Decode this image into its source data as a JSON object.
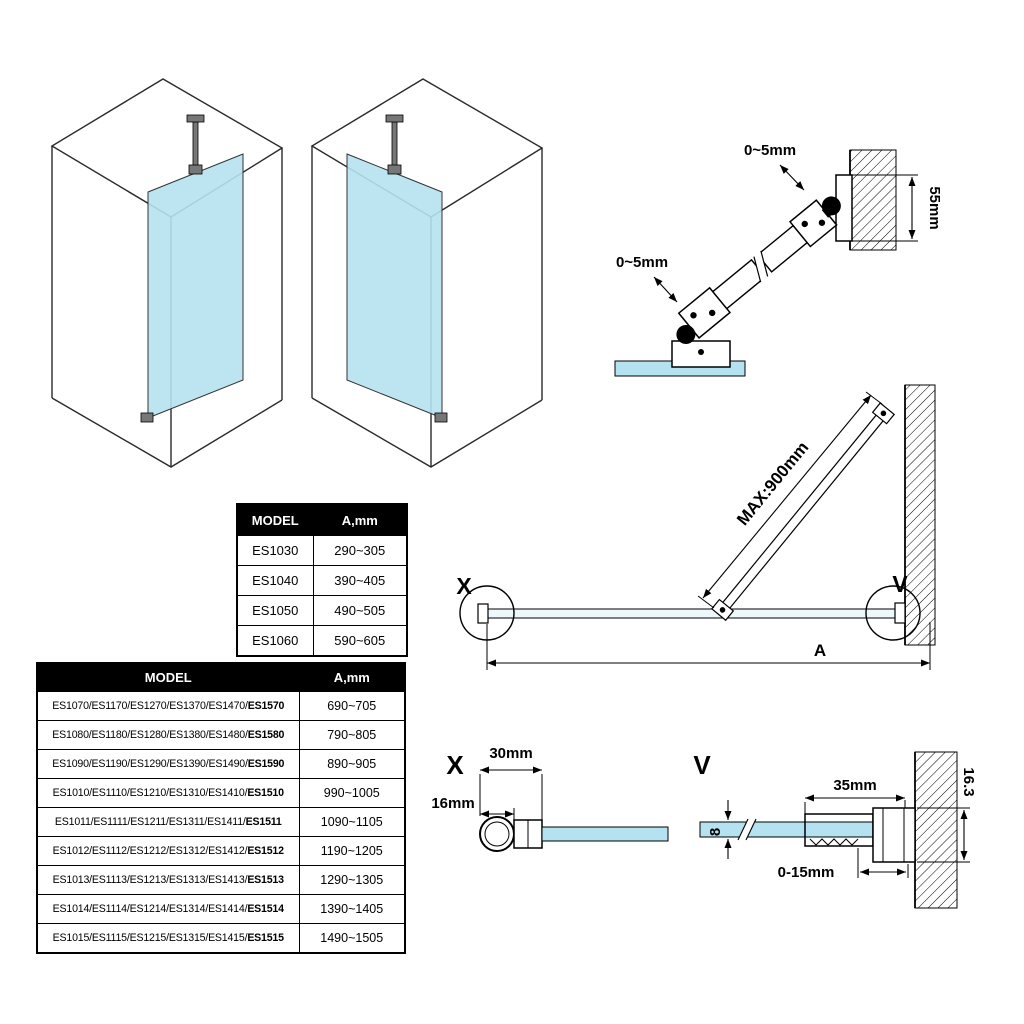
{
  "colors": {
    "glass": "#b5e2f0",
    "glass_plan": "#eef8fc"
  },
  "bracket_detail": {
    "gap_label_top": "0~5mm",
    "gap_label_bottom": "0~5mm",
    "plate_height_label": "55mm"
  },
  "plan_view": {
    "bar_length_label": "MAX:900mm",
    "detail_x_marker": "X",
    "detail_v_marker": "V",
    "width_label": "A"
  },
  "section_x": {
    "title": "X",
    "profile_width_label": "30mm",
    "tube_width_label": "16mm"
  },
  "section_v": {
    "title": "V",
    "profile_width_label": "35mm",
    "profile_height_label": "16.3",
    "glass_thickness_label": "8",
    "adjustment_label": "0-15mm"
  },
  "table_small": {
    "headers": [
      "MODEL",
      "A,mm"
    ],
    "rows": [
      {
        "model": "ES1030",
        "a": "290~305"
      },
      {
        "model": "ES1040",
        "a": "390~405"
      },
      {
        "model": "ES1050",
        "a": "490~505"
      },
      {
        "model": "ES1060",
        "a": "590~605"
      }
    ]
  },
  "table_large": {
    "headers": [
      "MODEL",
      "A,mm"
    ],
    "rows": [
      {
        "models": "ES1070/ES1170/ES1270/ES1370/ES1470/",
        "model_last": "ES1570",
        "a": "690~705"
      },
      {
        "models": "ES1080/ES1180/ES1280/ES1380/ES1480/",
        "model_last": "ES1580",
        "a": "790~805"
      },
      {
        "models": "ES1090/ES1190/ES1290/ES1390/ES1490/",
        "model_last": "ES1590",
        "a": "890~905"
      },
      {
        "models": "ES1010/ES1110/ES1210/ES1310/ES1410/",
        "model_last": "ES1510",
        "a": "990~1005"
      },
      {
        "models": "ES1011/ES1111/ES1211/ES1311/ES1411/",
        "model_last": "ES1511",
        "a": "1090~1105"
      },
      {
        "models": "ES1012/ES1112/ES1212/ES1312/ES1412/",
        "model_last": "ES1512",
        "a": "1190~1205"
      },
      {
        "models": "ES1013/ES1113/ES1213/ES1313/ES1413/",
        "model_last": "ES1513",
        "a": "1290~1305"
      },
      {
        "models": "ES1014/ES1114/ES1214/ES1314/ES1414/",
        "model_last": "ES1514",
        "a": "1390~1405"
      },
      {
        "models": "ES1015/ES1115/ES1215/ES1315/ES1415/",
        "model_last": "ES1515",
        "a": "1490~1505"
      }
    ]
  }
}
